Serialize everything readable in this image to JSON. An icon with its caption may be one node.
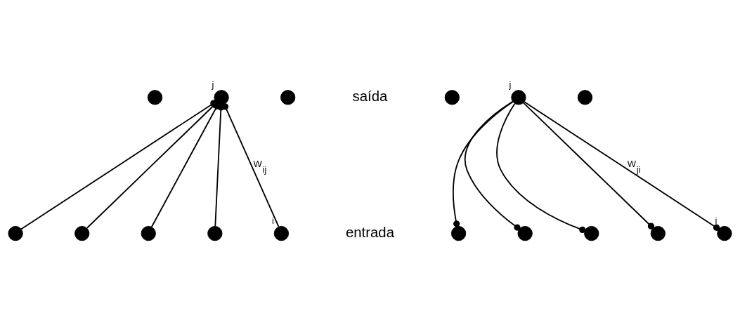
{
  "diagram": {
    "nodes": [
      {
        "text": [],
        "shape": "circle"
      },
      {
        "text": [],
        "shape": "circle",
        "beside": [
          "j"
        ]
      },
      {
        "text": [],
        "shape": "circle"
      },
      {
        "text": [],
        "shape": "circle"
      },
      {
        "text": [],
        "shape": "circle"
      },
      {
        "text": [],
        "shape": "circle"
      },
      {
        "text": [],
        "shape": "circle"
      },
      {
        "text": [],
        "shape": "circle",
        "beside": [
          "i"
        ]
      },
      {
        "text": [],
        "shape": "circle"
      },
      {
        "text": [],
        "shape": "circle",
        "beside": [
          "j"
        ]
      },
      {
        "text": [],
        "shape": "circle"
      },
      {
        "text": [],
        "shape": "circle"
      },
      {
        "text": [],
        "shape": "circle"
      },
      {
        "text": [],
        "shape": "circle"
      },
      {
        "text": [],
        "shape": "circle"
      },
      {
        "text": [],
        "shape": "circle",
        "beside": [
          "i"
        ]
      }
    ],
    "edges": [
      {
        "from": 3,
        "to": 1,
        "arrow": "other"
      },
      {
        "from": 4,
        "to": 1,
        "arrow": "other"
      },
      {
        "from": 5,
        "to": 1,
        "arrow": "other"
      },
      {
        "from": 6,
        "to": 1,
        "arrow": "other"
      },
      {
        "from": 7,
        "to": 1,
        "arrow": "other",
        "label": "W$_{ij}$"
      },
      {
        "from": 9,
        "to": 11,
        "arrow": "other"
      },
      {
        "from": 9,
        "to": 12,
        "arrow": "other"
      },
      {
        "from": 9,
        "to": 13,
        "arrow": "other"
      },
      {
        "from": 9,
        "to": 14,
        "arrow": "other"
      },
      {
        "from": 9,
        "to": 15,
        "arrow": "other",
        "label": "W$_{ji}$"
      }
    ],
    "labels": [
      "saída",
      "entrada"
    ]
  }
}
